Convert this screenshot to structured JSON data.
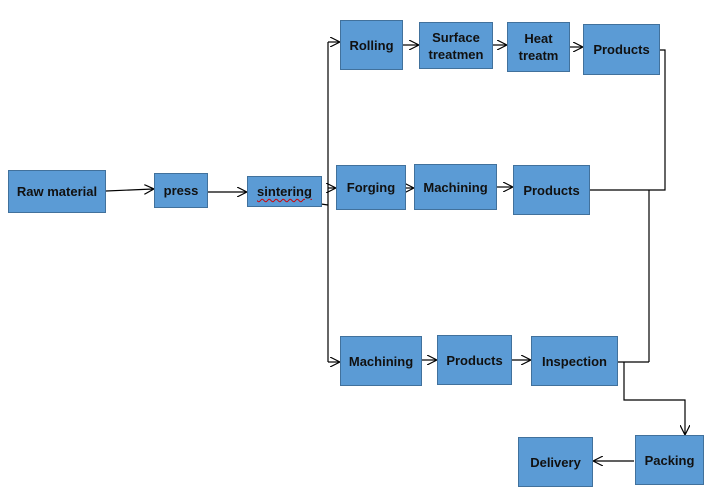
{
  "diagram": {
    "nodes": {
      "raw_material": "Raw material",
      "press": "press",
      "sintering": "sintering",
      "rolling": "Rolling",
      "surface_treatment": "Surface treatmen",
      "heat_treatment": "Heat treatm",
      "products_1": "Products",
      "forging": "Forging",
      "machining_1": "Machining",
      "products_2": "Products",
      "machining_2": "Machining",
      "products_3": "Products",
      "inspection": "Inspection",
      "packing": "Packing",
      "delivery": "Delivery"
    },
    "colors": {
      "box_fill": "#5b9bd5",
      "box_border": "#41719c",
      "text": "#111111",
      "connector": "#000000",
      "spell_check_underline": "#d00000"
    },
    "flow": [
      [
        "raw_material",
        "press"
      ],
      [
        "press",
        "sintering"
      ],
      [
        "sintering",
        "rolling"
      ],
      [
        "sintering",
        "forging"
      ],
      [
        "sintering",
        "machining_2"
      ],
      [
        "rolling",
        "surface_treatment"
      ],
      [
        "surface_treatment",
        "heat_treatment"
      ],
      [
        "heat_treatment",
        "products_1"
      ],
      [
        "forging",
        "machining_1"
      ],
      [
        "machining_1",
        "products_2"
      ],
      [
        "machining_2",
        "products_3"
      ],
      [
        "products_3",
        "inspection"
      ],
      [
        "inspection",
        "packing"
      ],
      [
        "packing",
        "delivery"
      ]
    ]
  }
}
